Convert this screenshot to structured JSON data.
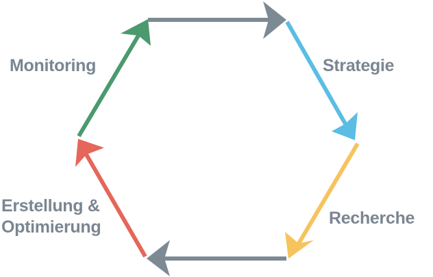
{
  "steps": [
    {
      "label": "Strategie",
      "color": "#5bbde4"
    },
    {
      "label": "Recherche",
      "color": "#f6c35c"
    },
    {
      "label": "Erstellung & Optimierung",
      "line1": "Erstellung &",
      "line2": "Optimierung",
      "color": "#e5665a"
    },
    {
      "label": "Monitoring",
      "color": "#4a9a6e"
    }
  ],
  "connector_color": "#7d8a94",
  "label_color": "#7a8691"
}
